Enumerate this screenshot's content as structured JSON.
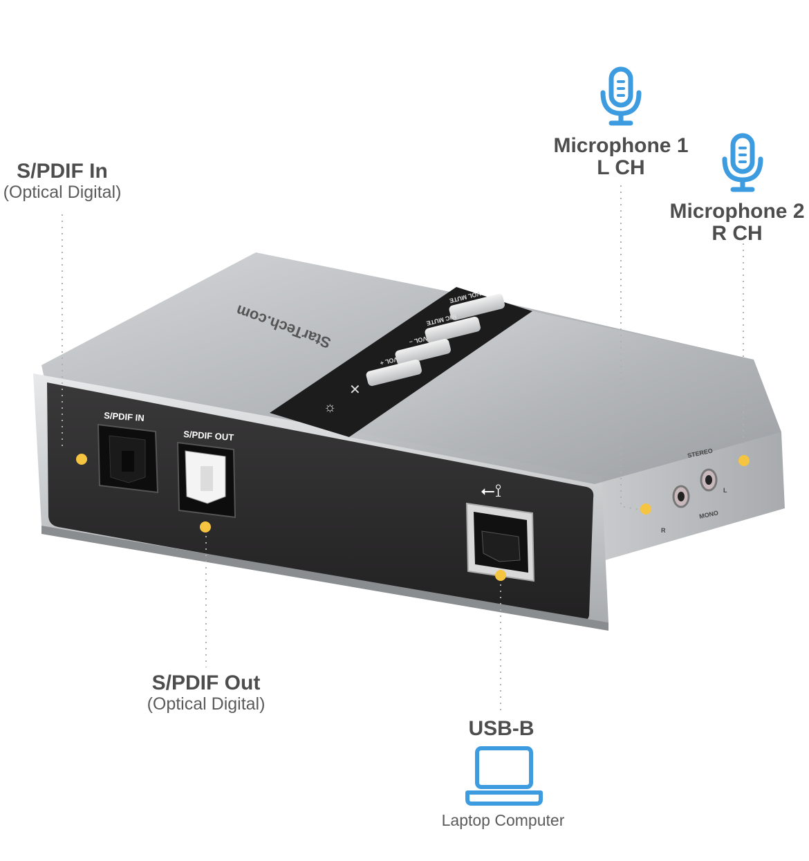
{
  "callouts": {
    "spdif_in": {
      "title": "S/PDIF In",
      "sub": "(Optical Digital)"
    },
    "mic1": {
      "title": "Microphone 1",
      "sub": "L CH"
    },
    "mic2": {
      "title": "Microphone 2",
      "sub": "R CH"
    },
    "spdif_out": {
      "title": "S/PDIF Out",
      "sub": "(Optical Digital)"
    },
    "usb": {
      "title": "USB-B",
      "sub": "Laptop Computer"
    }
  },
  "device": {
    "brand": "StarTech.com",
    "port_spdif_in": "S/PDIF IN",
    "port_spdif_out": "S/PDIF OUT",
    "btn_vol_mute": "VOL MUTE",
    "btn_mic_mute": "MIC MUTE",
    "btn_vol_minus": "VOL –",
    "btn_vol_plus": "VOL +",
    "jack_stereo": "STEREO",
    "jack_mono": "MONO",
    "jack_r": "R",
    "jack_l": "L"
  },
  "colors": {
    "accent_dot": "#f5c542",
    "icon_blue": "#3d9be0",
    "case_silver": "#b8bbbe",
    "panel_dark": "#2b2a2b"
  },
  "icons": [
    "microphone-icon",
    "microphone-icon",
    "laptop-icon",
    "usb-icon"
  ]
}
